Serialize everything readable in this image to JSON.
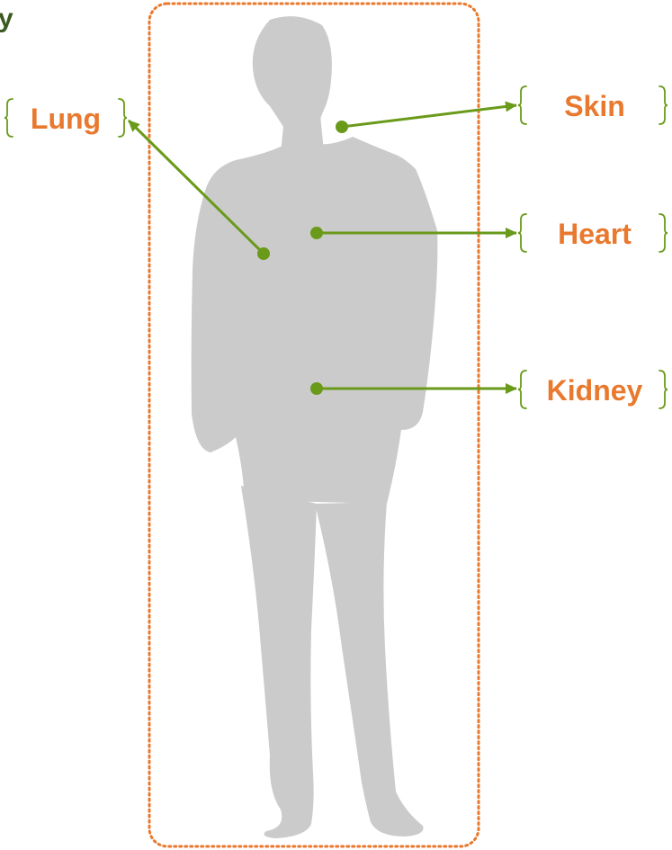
{
  "corner_text": "y",
  "colors": {
    "label": "#e8792e",
    "arrow": "#6a9a1a",
    "silhouette": "#cbcbcb",
    "frame": "#e8792e",
    "corner_text": "#3b5a1f"
  },
  "labels": {
    "lung": "Lung",
    "skin": "Skin",
    "heart": "Heart",
    "kidney": "Kidney"
  }
}
